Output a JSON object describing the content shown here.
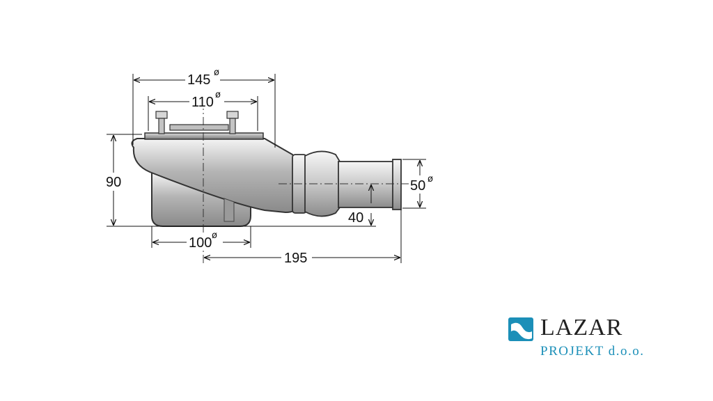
{
  "dimensions": {
    "top_outer_diameter": "145",
    "top_grate_diameter": "110",
    "height": "90",
    "body_diameter": "100",
    "length": "195",
    "outlet_diameter": "50",
    "outlet_height": "40",
    "diameter_symbol": "ø"
  },
  "logo": {
    "name": "LAZAR",
    "subtitle": "PROJEKT d.o.o.",
    "brand_color": "#1b8fb8"
  }
}
